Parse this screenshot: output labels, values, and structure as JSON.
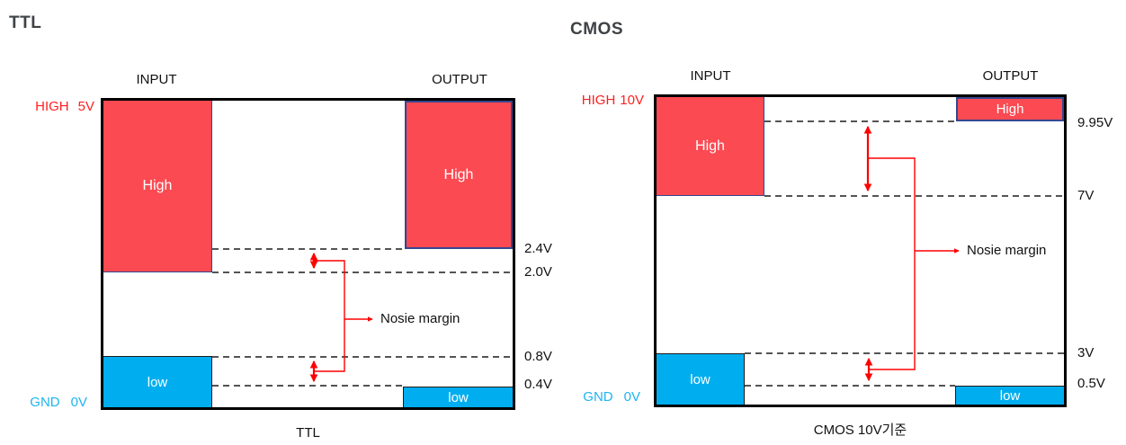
{
  "colors": {
    "box_red_fill": "#fb4a52",
    "box_cyan_fill": "#00aeef",
    "box_navy_border": "#35478f",
    "red_line": "#ff0000",
    "red_text": "#ff1f1f",
    "cyan_text": "#1fb4f0",
    "title_text": "#3f4245",
    "outline_black": "#000000"
  },
  "panels": [
    {
      "title": "TTL",
      "input_header": "INPUT",
      "output_header": "OUTPUT",
      "high_rail": {
        "label": "HIGH",
        "voltage": "5V"
      },
      "gnd_rail": {
        "label": "GND",
        "voltage": "0V"
      },
      "boxes": {
        "input_high": "High",
        "output_high": "High",
        "input_low": "low",
        "output_low": "low"
      },
      "noise_margin_label": "Nosie margin",
      "levels": [
        "2.4V",
        "2.0V",
        "0.8V",
        "0.4V"
      ],
      "caption": "TTL"
    },
    {
      "title": "CMOS",
      "input_header": "INPUT",
      "output_header": "OUTPUT",
      "high_rail": {
        "label": "HIGH",
        "voltage": "10V"
      },
      "gnd_rail": {
        "label": "GND",
        "voltage": "0V"
      },
      "boxes": {
        "input_high": "High",
        "output_high": "High",
        "input_low": "low",
        "output_low": "low"
      },
      "noise_margin_label": "Nosie margin",
      "levels": [
        "9.95V",
        "7V",
        "3V",
        "0.5V"
      ],
      "caption": "CMOS 10V기준"
    }
  ]
}
